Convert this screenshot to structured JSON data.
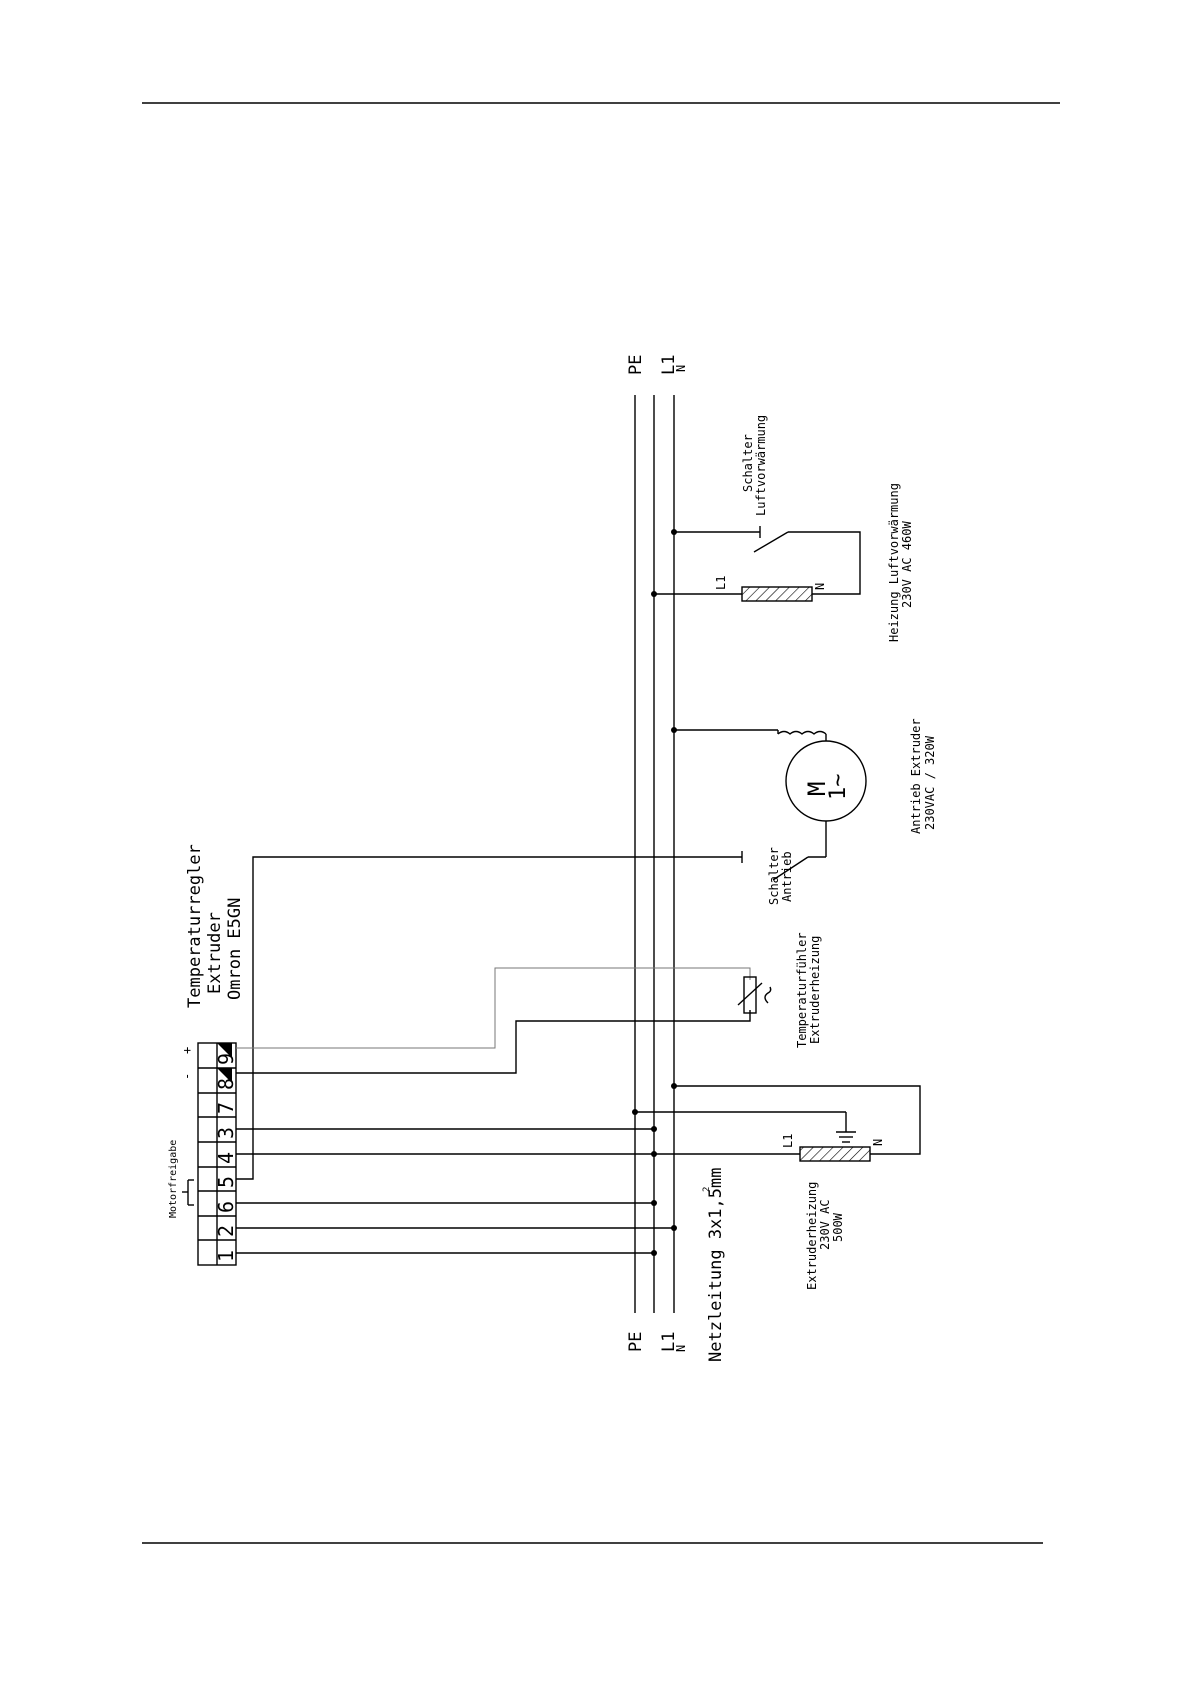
{
  "rails": {
    "top": [
      "PE",
      "L1",
      "N"
    ],
    "bottom": [
      "PE",
      "L1",
      "N"
    ]
  },
  "netzleitung": {
    "text": "Netzleitung 3x1,5mm",
    "sup": "2"
  },
  "regler": {
    "lines": [
      "Temperaturregler",
      "Extruder",
      "Omron E5GN"
    ],
    "terminals": [
      "1",
      "2",
      "6",
      "5",
      "4",
      "3",
      "7",
      "8",
      "9"
    ],
    "polarity": [
      "-",
      "+"
    ],
    "motorfreigabe": "Motorfreigabe"
  },
  "fuehler": [
    "Temperaturfühler",
    "Extruderheizung"
  ],
  "schalter_antrieb": [
    "Schalter",
    "Antrieb"
  ],
  "antrieb": [
    "Antrieb Extruder",
    "230VAC / 320W"
  ],
  "motor": {
    "m": "M",
    "phase": "1~"
  },
  "schalter_luft": [
    "Schalter",
    "Luftvorwärmung"
  ],
  "heizung_luft": [
    "Heizung Luftvorwärmung",
    "230V AC   460W"
  ],
  "extruderheizung": [
    "Extruderheizung",
    "230V AC",
    "500W"
  ],
  "heater_labels": {
    "l1": "L1",
    "n": "N"
  }
}
